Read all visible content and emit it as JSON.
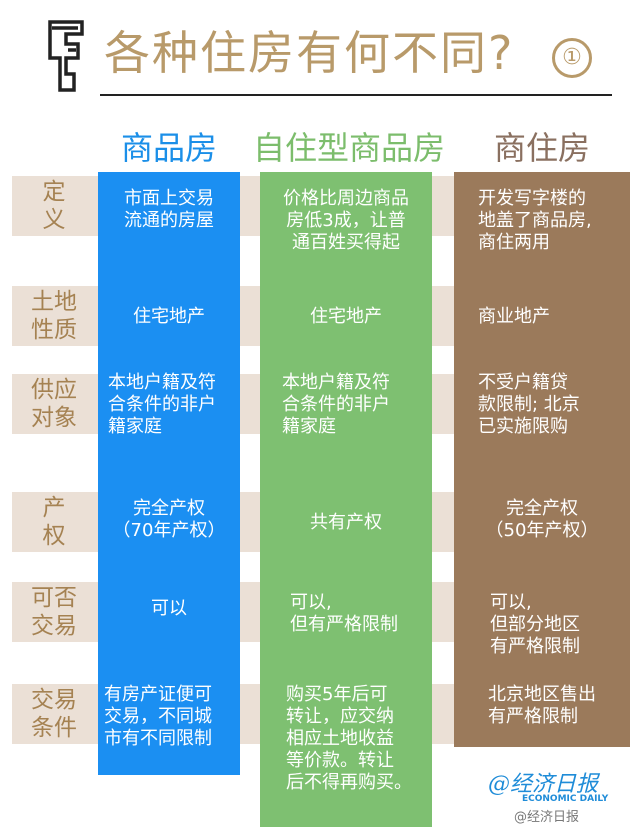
{
  "header": {
    "title": "各种住房有何不同?",
    "title_number": "①"
  },
  "columns": [
    {
      "title": "商品房",
      "color": "#1b8ff2"
    },
    {
      "title": "自住型商品房",
      "color": "#7ec071"
    },
    {
      "title": "商住房",
      "color": "#9b7a5b"
    }
  ],
  "rows": [
    {
      "label": "定\n义",
      "cells": [
        "市面上交易\n流通的房屋",
        "价格比周边商品\n房低3成，让普\n通百姓买得起",
        "开发写字楼的\n地盖了商品房,\n商住两用"
      ]
    },
    {
      "label": "土地\n性质",
      "cells": [
        "住宅地产",
        "住宅地产",
        "商业地产"
      ]
    },
    {
      "label": "供应\n对象",
      "cells": [
        "本地户籍及符\n合条件的非户\n籍家庭",
        "本地户籍及符\n合条件的非户\n籍家庭",
        "不受户籍贷\n款限制; 北京\n已实施限购"
      ]
    },
    {
      "label": "产\n权",
      "cells": [
        "完全产权\n（70年产权）",
        "共有产权",
        "完全产权\n（50年产权）"
      ]
    },
    {
      "label": "可否\n交易",
      "cells": [
        "可以",
        "可以,\n但有严格限制",
        "可以,\n但部分地区\n有严格限制"
      ]
    },
    {
      "label": "交易\n条件",
      "cells": [
        "有房产证便可\n交易，不同城\n市有不同限制",
        "购买5年后可\n转让，应交纳\n相应土地收益\n等价款。转让\n后不得再购买。",
        "北京地区售出\n有严格限制"
      ]
    }
  ],
  "watermark": {
    "logo_text": "经济日报",
    "sub_text": "ECONOMIC DAILY",
    "weibo": "@经济日报"
  }
}
